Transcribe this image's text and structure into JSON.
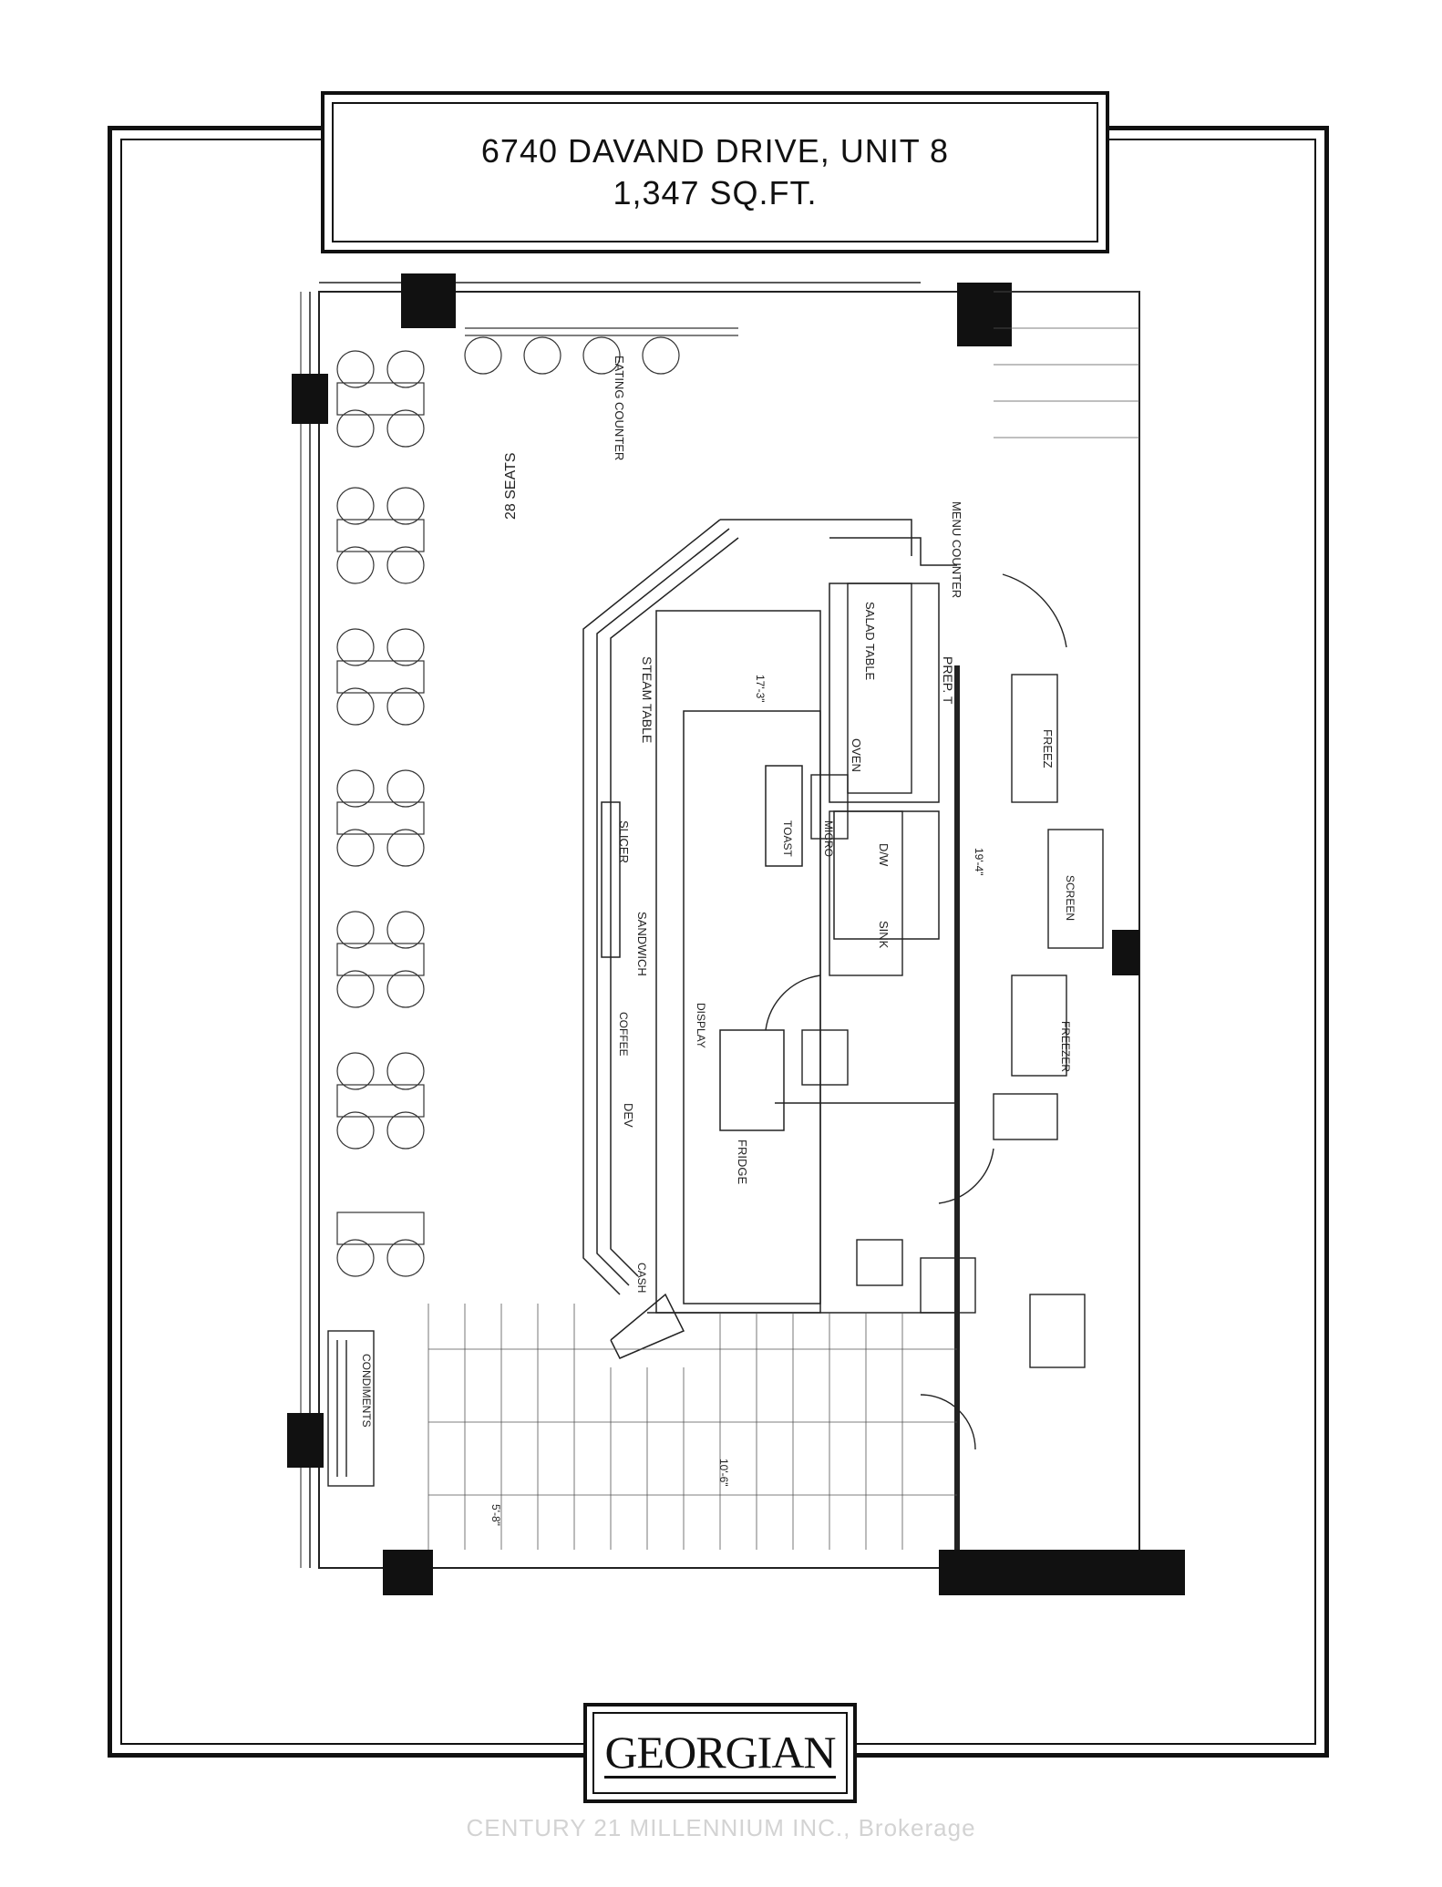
{
  "header": {
    "address": "6740 DAVAND DRIVE, UNIT 8",
    "area": "1,347 SQ.FT."
  },
  "plan": {
    "labels": {
      "seats": "28 SEATS",
      "eating_counter": "EATING COUNTER",
      "menu_counter": "MENU COUNTER",
      "salad_table": "SALAD TABLE",
      "steam_table": "STEAM TABLE",
      "prep_t": "PREP. T",
      "freezer_top": "FREEZ",
      "oven": "OVEN",
      "slicer": "SLICER",
      "toast": "TOAST",
      "micro": "MICRO",
      "dw": "D/W",
      "sink": "SINK",
      "sandwich": "SANDWICH",
      "coffee": "COFFEE",
      "display_cooler": "DISPLAY",
      "dev": "DEV",
      "fridge": "FRIDGE",
      "cash": "CASH",
      "screen": "SCREEN",
      "freezer": "FREEZER",
      "condiments": "CONDIMENTS",
      "dim_a": "17'-3\"",
      "dim_b": "19'-4\"",
      "dim_c": "10'-6\"",
      "dim_d": "5'-8\""
    }
  },
  "footer": {
    "logo": "GEORGIAN",
    "watermark": "CENTURY 21 MILLENNIUM INC., Brokerage"
  }
}
